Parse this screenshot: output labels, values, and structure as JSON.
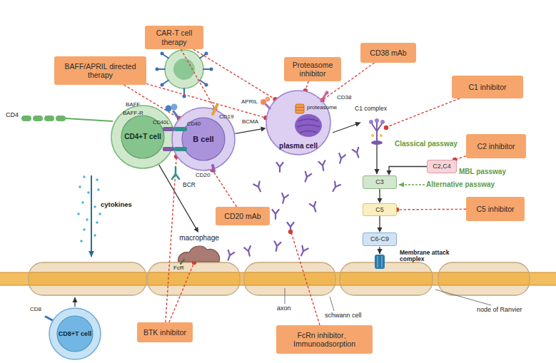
{
  "diagram": {
    "nodes": [
      {
        "text": [
          "CAR-T cell therapy"
        ]
      },
      {
        "text": [
          "BAFF/APRIL directed therapy"
        ]
      },
      {
        "text": [
          "Proteasome inhibitor"
        ]
      },
      {
        "text": [
          "CD38 mAb"
        ]
      },
      {
        "text": [
          "C1 inhibitor"
        ]
      },
      {
        "text": [
          "C2 inhibitor"
        ]
      },
      {
        "text": [
          "CD4+T cell"
        ]
      },
      {
        "text": [
          "B cell"
        ]
      },
      {
        "text": [
          "plasma cell"
        ]
      },
      {
        "text": [
          "C2,C4"
        ]
      },
      {
        "text": [
          "C3"
        ]
      },
      {
        "text": [
          "C5"
        ]
      },
      {
        "text": [
          "C6-C9"
        ]
      },
      {
        "text": [
          "C5 inhibitor"
        ]
      },
      {
        "text": [
          "CD20 mAb"
        ]
      },
      {
        "text": [
          "macrophage"
        ]
      },
      {
        "text": [
          "CD8+T cell"
        ]
      },
      {
        "text": [
          "BTK inhibitor"
        ]
      },
      {
        "text": [
          "FcRn inhibitor、Immunoadsorption"
        ]
      }
    ],
    "edges": [
      {
        "from": 7,
        "to": 8,
        "arrow": "to"
      },
      {
        "from": 6,
        "to": 15,
        "arrow": "to"
      },
      {
        "from": 9,
        "to": 10,
        "arrow": "to"
      },
      {
        "from": 10,
        "to": 11,
        "arrow": "to"
      },
      {
        "from": 11,
        "to": 12,
        "arrow": "to"
      },
      {
        "from": 0,
        "to": 7,
        "arrow": "none"
      },
      {
        "from": 0,
        "to": 8,
        "arrow": "none"
      },
      {
        "from": 1,
        "to": 7,
        "arrow": "none"
      },
      {
        "from": 1,
        "to": 8,
        "arrow": "none"
      },
      {
        "from": 2,
        "to": 8,
        "arrow": "none"
      },
      {
        "from": 3,
        "to": 8,
        "arrow": "none"
      },
      {
        "from": 5,
        "to": 9,
        "arrow": "none"
      },
      {
        "from": 13,
        "to": 11,
        "arrow": "none"
      },
      {
        "from": 14,
        "to": 7,
        "arrow": "none"
      },
      {
        "from": 17,
        "to": 7,
        "arrow": "none"
      },
      {
        "from": 17,
        "to": 15,
        "arrow": "none"
      }
    ],
    "labels": [
      "BAFF",
      "BAFF-R",
      "CD4",
      "CD40L",
      "CD40",
      "CD19",
      "APRIL",
      "BCMA",
      "proteasome",
      "CD38",
      "C1 complex",
      "Classical passway",
      "MBL passway",
      "Alternative passway",
      "BCR",
      "CD20",
      "cytokines",
      "FcR",
      "CD8",
      "Membrane attack complex",
      "axon",
      "schwann cell",
      "node of Ranvier"
    ]
  }
}
